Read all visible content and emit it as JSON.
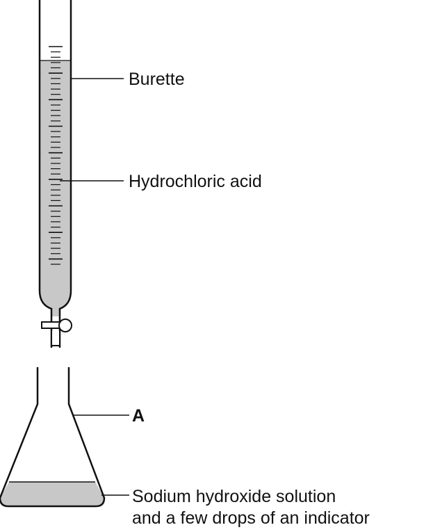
{
  "labels": {
    "burette": "Burette",
    "acid": "Hydrochloric acid",
    "flask": "A",
    "solution_line1": "Sodium hydroxide solution",
    "solution_line2": "and a few drops of an indicator"
  },
  "colors": {
    "liquid": "#c8c8c8",
    "outline": "#111111",
    "background": "#ffffff"
  }
}
